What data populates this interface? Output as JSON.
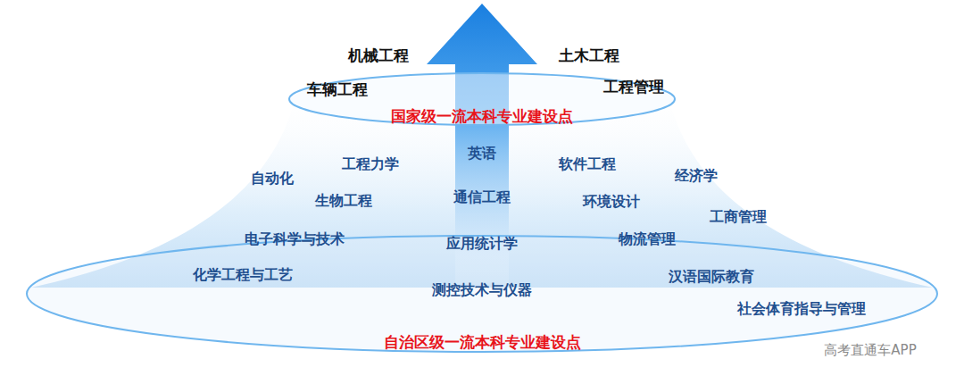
{
  "diagram": {
    "nodes": [
      {
        "text": [
          "国家级一流本科专业建设点"
        ]
      },
      {
        "text": [
          "自治区级一流本科专业建设点"
        ]
      }
    ],
    "labels": [
      "机械工程",
      "土木工程",
      "车辆工程",
      "工程管理",
      "英语",
      "工程力学",
      "软件工程",
      "自动化",
      "经济学",
      "通信工程",
      "生物工程",
      "环境设计",
      "工商管理",
      "应用统计学",
      "电子科学与技术",
      "物流管理",
      "化学工程与工艺",
      "汉语国际教育",
      "测控技术与仪器",
      "社会体育指导与管理",
      "高考直通车APP"
    ]
  }
}
